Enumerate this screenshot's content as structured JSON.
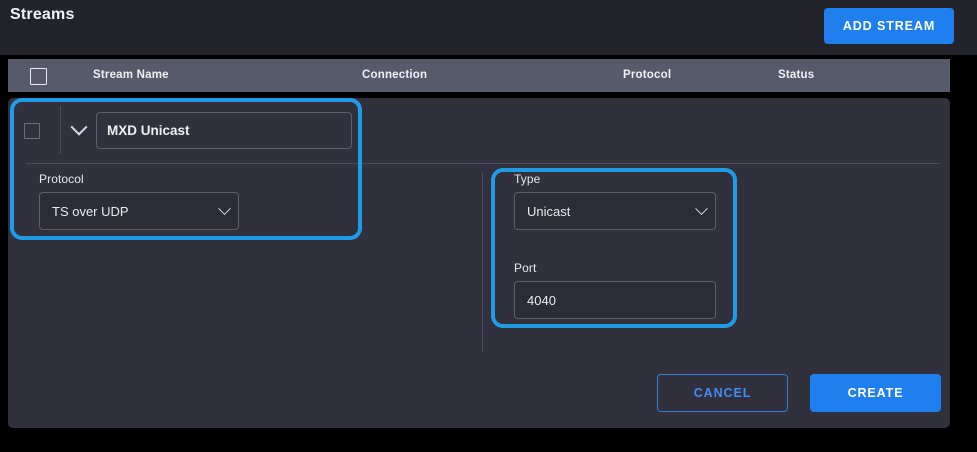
{
  "header": {
    "title": "Streams",
    "add_stream_label": "ADD STREAM"
  },
  "table": {
    "columns": [
      "Stream Name",
      "Connection",
      "Protocol",
      "Status"
    ],
    "select_all_checkbox": "unchecked"
  },
  "stream_row": {
    "checkbox": "unchecked",
    "expand_icon": "chevron-down-icon",
    "stream_name": "MXD Unicast"
  },
  "form": {
    "left": {
      "protocol": {
        "label": "Protocol",
        "value": "TS over UDP",
        "icon": "chevron-down-icon"
      }
    },
    "right": {
      "type": {
        "label": "Type",
        "value": "Unicast",
        "icon": "chevron-down-icon"
      },
      "port": {
        "label": "Port",
        "value": "4040"
      }
    }
  },
  "actions": {
    "cancel_label": "CANCEL",
    "create_label": "CREATE"
  },
  "colors": {
    "accent_blue": "#1f7fef",
    "highlight_blue": "#1e9ce8",
    "panel_bg": "#30313c",
    "topbar_bg": "#22232b",
    "table_header_bg": "#565a6b",
    "text_primary": "#f0f1f4",
    "border_gray": "#5c5e6b",
    "cancel_text": "#3d8ef5"
  },
  "annotations": [
    {
      "name": "highlight-left-protocol-group"
    },
    {
      "name": "highlight-right-type-port-group"
    }
  ]
}
